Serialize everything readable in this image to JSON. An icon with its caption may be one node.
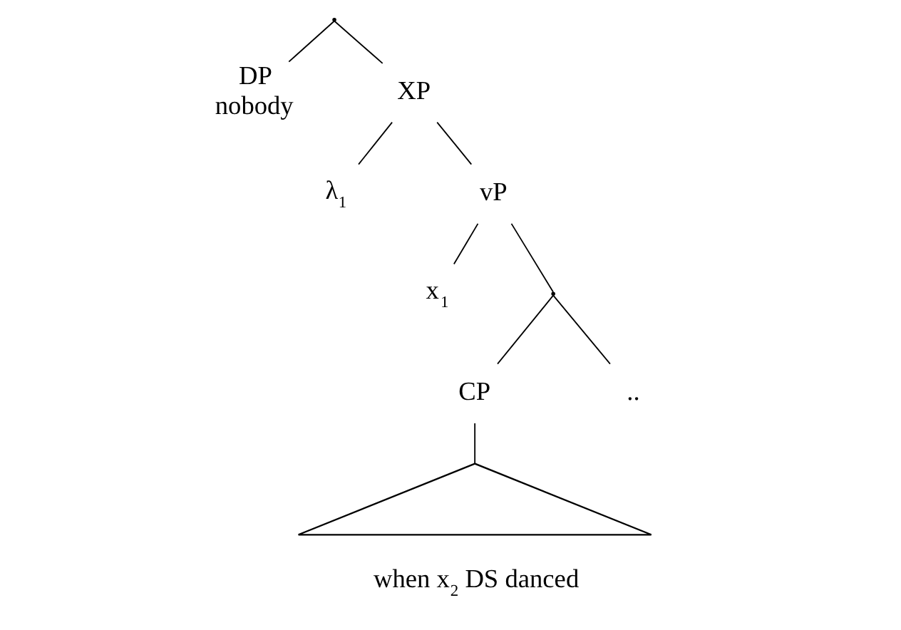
{
  "diagram": {
    "nodes": [
      {
        "text": [],
        "shape": "point"
      },
      {
        "text": [
          "DP",
          "nobody"
        ]
      },
      {
        "text": [
          "XP"
        ]
      },
      {
        "text": [
          "λ$_{1}$"
        ]
      },
      {
        "text": [
          "vP"
        ]
      },
      {
        "text": [
          "x$_{1}$"
        ]
      },
      {
        "text": [],
        "shape": "point"
      },
      {
        "text": [
          "CP"
        ]
      },
      {
        "text": [
          ".."
        ]
      },
      {
        "text": [
          "when x$_{2}$ DS danced"
        ]
      }
    ],
    "edges": [
      {
        "from": 0,
        "to": 1,
        "arrow": "none"
      },
      {
        "from": 0,
        "to": 2,
        "arrow": "none"
      },
      {
        "from": 2,
        "to": 3,
        "arrow": "none"
      },
      {
        "from": 2,
        "to": 4,
        "arrow": "none"
      },
      {
        "from": 4,
        "to": 5,
        "arrow": "none"
      },
      {
        "from": 4,
        "to": 6,
        "arrow": "none"
      },
      {
        "from": 6,
        "to": 7,
        "arrow": "none"
      },
      {
        "from": 6,
        "to": 8,
        "arrow": "none"
      },
      {
        "from": 7,
        "to": 9,
        "arrow": "none"
      }
    ]
  }
}
